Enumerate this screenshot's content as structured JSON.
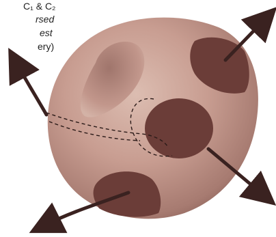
{
  "label": {
    "line1": "C₁ & C₂",
    "line2": "rsed",
    "line3": "est",
    "line4": "ery)"
  },
  "colors": {
    "body_light": "#d3b0a4",
    "body_mid": "#b88b80",
    "body_dark": "#8e6259",
    "spot": "#6b3d38",
    "arrow": "#3a2220",
    "dashed": "#2a1a18"
  }
}
